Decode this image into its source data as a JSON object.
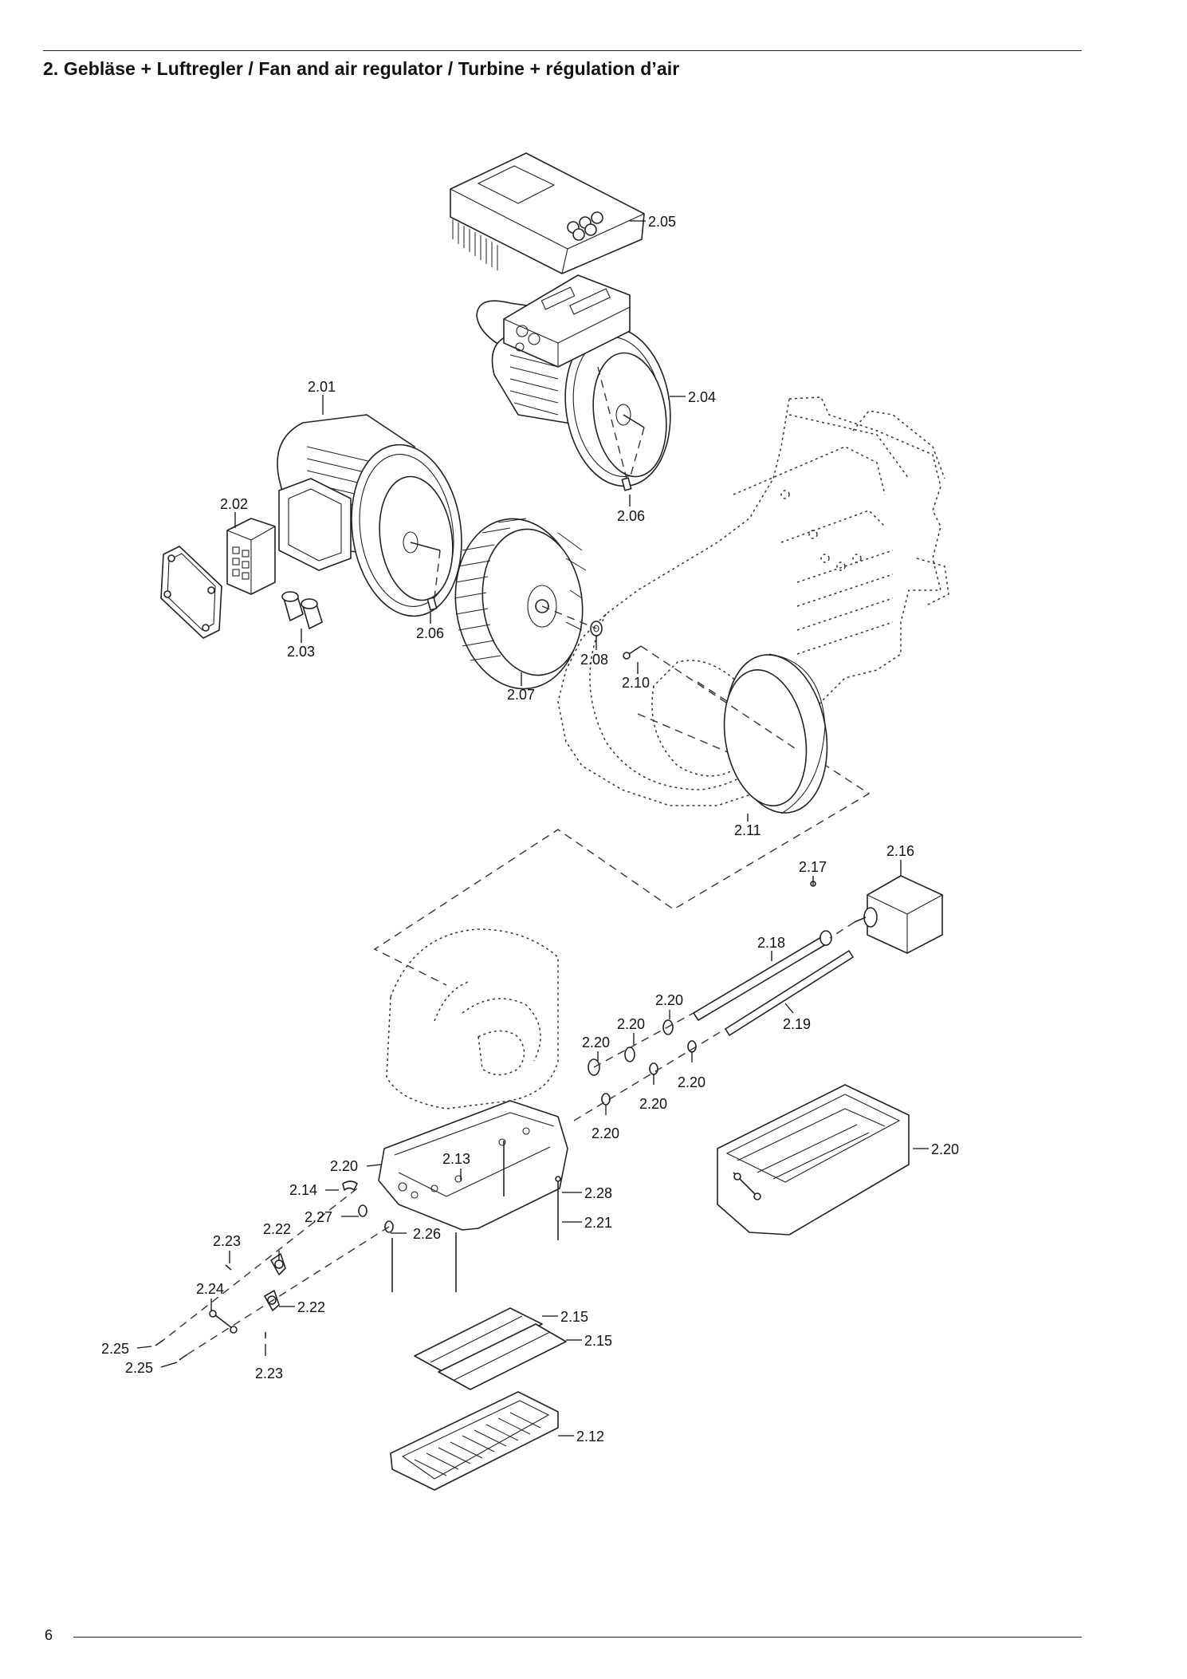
{
  "page": {
    "title": "2. Gebläse + Luftregler / Fan and air regulator / Turbine + régulation d’air",
    "number": "6"
  },
  "callouts": [
    {
      "id": "c205",
      "text": "2.05"
    },
    {
      "id": "c204",
      "text": "2.04"
    },
    {
      "id": "c201",
      "text": "2.01"
    },
    {
      "id": "c202",
      "text": "2.02"
    },
    {
      "id": "c206a",
      "text": "2.06"
    },
    {
      "id": "c206b",
      "text": "2.06"
    },
    {
      "id": "c203",
      "text": "2.03"
    },
    {
      "id": "c207",
      "text": "2.07"
    },
    {
      "id": "c208",
      "text": "2.08"
    },
    {
      "id": "c210",
      "text": "2.10"
    },
    {
      "id": "c211",
      "text": "2.11"
    },
    {
      "id": "c217",
      "text": "2.17"
    },
    {
      "id": "c216",
      "text": "2.16"
    },
    {
      "id": "c218",
      "text": "2.18"
    },
    {
      "id": "c219",
      "text": "2.19"
    },
    {
      "id": "c220a",
      "text": "2.20"
    },
    {
      "id": "c220b",
      "text": "2.20"
    },
    {
      "id": "c220c",
      "text": "2.20"
    },
    {
      "id": "c220d",
      "text": "2.20"
    },
    {
      "id": "c220e",
      "text": "2.20"
    },
    {
      "id": "c220f",
      "text": "2.20"
    },
    {
      "id": "c220g",
      "text": "2.20"
    },
    {
      "id": "c220h",
      "text": "2.20"
    },
    {
      "id": "c213",
      "text": "2.13"
    },
    {
      "id": "c214",
      "text": "2.14"
    },
    {
      "id": "c228",
      "text": "2.28"
    },
    {
      "id": "c221",
      "text": "2.21"
    },
    {
      "id": "c227",
      "text": "2.27"
    },
    {
      "id": "c226",
      "text": "2.26"
    },
    {
      "id": "c223a",
      "text": "2.23"
    },
    {
      "id": "c222a",
      "text": "2.22"
    },
    {
      "id": "c224",
      "text": "2.24"
    },
    {
      "id": "c222b",
      "text": "2.22"
    },
    {
      "id": "c225a",
      "text": "2.25"
    },
    {
      "id": "c225b",
      "text": "2.25"
    },
    {
      "id": "c223b",
      "text": "2.23"
    },
    {
      "id": "c215a",
      "text": "2.15"
    },
    {
      "id": "c215b",
      "text": "2.15"
    },
    {
      "id": "c212",
      "text": "2.12"
    }
  ]
}
